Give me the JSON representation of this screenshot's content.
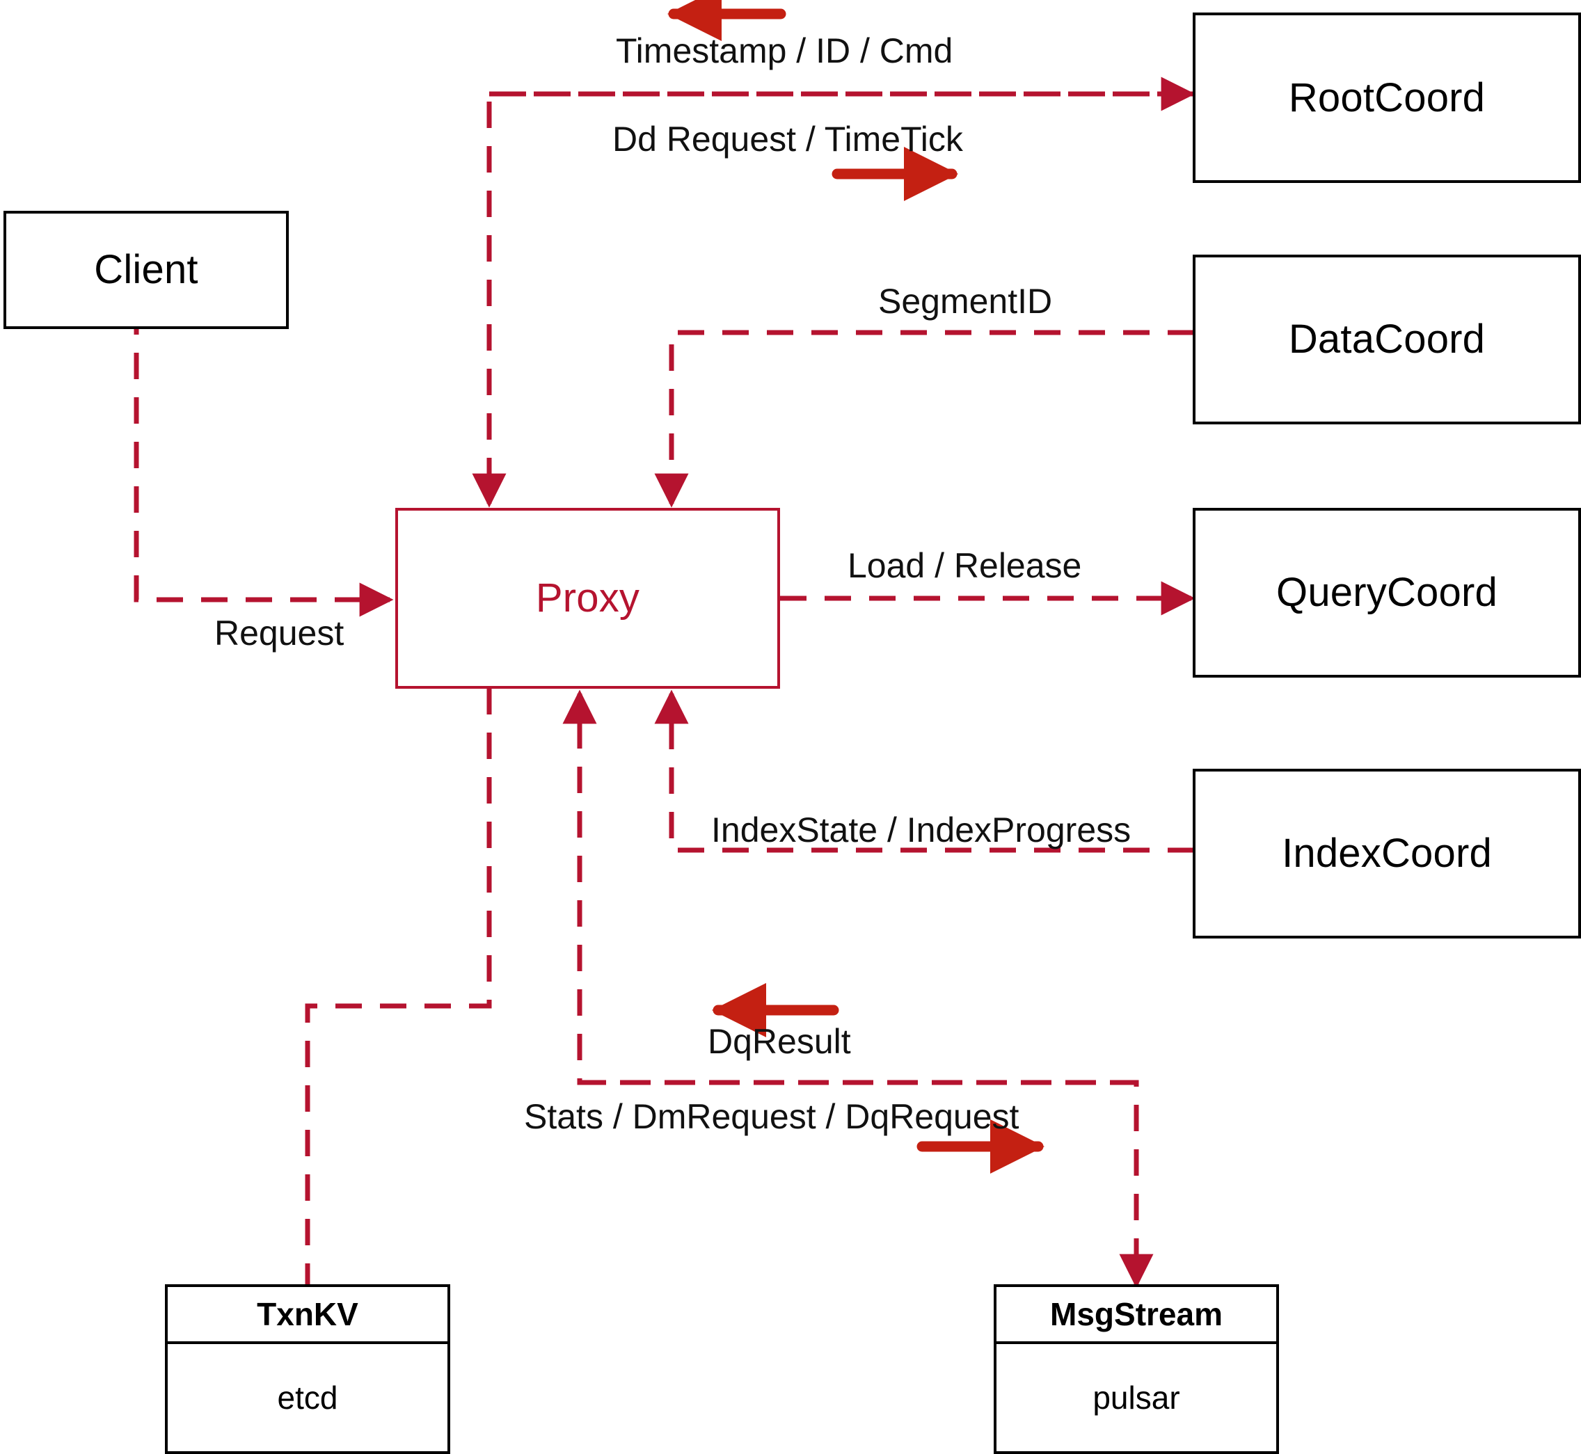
{
  "diagram": {
    "title": "Milvus Proxy component interaction diagram",
    "colors": {
      "dashed_link": "#B5132F",
      "solid_arrow": "#C42012",
      "proxy_border": "#B5132F",
      "node_border": "#000000",
      "background": "#FFFFFF"
    },
    "nodes": [
      {
        "id": "client",
        "label": "Client"
      },
      {
        "id": "proxy",
        "label": "Proxy"
      },
      {
        "id": "rootcoord",
        "label": "RootCoord"
      },
      {
        "id": "datacoord",
        "label": "DataCoord"
      },
      {
        "id": "querycoord",
        "label": "QueryCoord"
      },
      {
        "id": "indexcoord",
        "label": "IndexCoord"
      }
    ],
    "store_nodes": [
      {
        "id": "txnkv",
        "title": "TxnKV",
        "impl": "etcd"
      },
      {
        "id": "msgstream",
        "title": "MsgStream",
        "impl": "pulsar"
      }
    ],
    "edges": [
      {
        "id": "e-request",
        "label": "Request",
        "from": "client",
        "to": "proxy",
        "direction": "to-proxy"
      },
      {
        "id": "e-timestamp",
        "label": "Timestamp / ID / Cmd",
        "from": "rootcoord",
        "to": "proxy",
        "direction": "leftward"
      },
      {
        "id": "e-ddrequest",
        "label": "Dd Request / TimeTick",
        "from": "proxy",
        "to": "rootcoord",
        "direction": "rightward"
      },
      {
        "id": "e-segmentid",
        "label": "SegmentID",
        "from": "datacoord",
        "to": "proxy",
        "direction": "to-proxy"
      },
      {
        "id": "e-loadrelease",
        "label": "Load / Release",
        "from": "proxy",
        "to": "querycoord",
        "direction": "rightward"
      },
      {
        "id": "e-indexstate",
        "label": "IndexState / IndexProgress",
        "from": "indexcoord",
        "to": "proxy",
        "direction": "to-proxy"
      },
      {
        "id": "e-dqresult",
        "label": "DqResult",
        "from": "msgstream",
        "to": "proxy",
        "direction": "leftward"
      },
      {
        "id": "e-dmrequest",
        "label": "Stats / DmRequest / DqRequest",
        "from": "proxy",
        "to": "msgstream",
        "direction": "rightward"
      }
    ]
  }
}
